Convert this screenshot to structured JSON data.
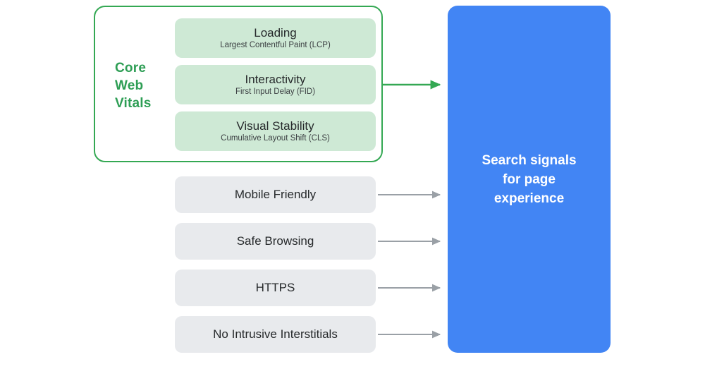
{
  "diagram": {
    "title": "Search signals for page experience",
    "colors": {
      "core_web_vitals_border": "#34a853",
      "core_web_vitals_label": "#2e9e55",
      "vital_card_fill": "#cee9d5",
      "signal_box_fill": "#e8eaed",
      "destination_fill": "#4285f4",
      "arrow_green": "#34a853",
      "arrow_gray": "#9aa0a6",
      "text_dark": "#26292b",
      "text_white": "#ffffff"
    }
  },
  "core_web_vitals": {
    "group_label": "Core Web Vitals",
    "group_label_lines": [
      "Core",
      "Web",
      "Vitals"
    ],
    "cards": [
      {
        "title": "Loading",
        "subtitle": "Largest Contentful Paint (LCP)",
        "metric_abbr": "LCP"
      },
      {
        "title": "Interactivity",
        "subtitle": "First Input Delay (FID)",
        "metric_abbr": "FID"
      },
      {
        "title": "Visual Stability",
        "subtitle": "Cumulative Layout Shift (CLS)",
        "metric_abbr": "CLS"
      }
    ]
  },
  "other_signals": [
    {
      "label": "Mobile Friendly"
    },
    {
      "label": "Safe Browsing"
    },
    {
      "label": "HTTPS"
    },
    {
      "label": "No Intrusive Interstitials"
    }
  ],
  "destination": {
    "label": "Search signals for page experience",
    "lines": [
      "Search signals",
      "for page",
      "experience"
    ]
  },
  "arrows": {
    "core_web_vitals_arrow": "arrow-right-icon",
    "signal_arrows": [
      "arrow-right-icon",
      "arrow-right-icon",
      "arrow-right-icon",
      "arrow-right-icon"
    ]
  }
}
